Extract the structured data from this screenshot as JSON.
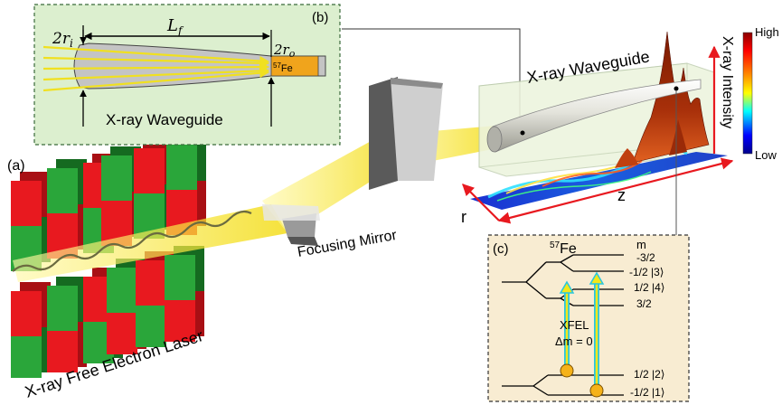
{
  "panel_a": {
    "tag": "(a)",
    "caption": "X-ray Free Electron Laser"
  },
  "mirror": {
    "caption": "Focusing Mirror"
  },
  "panel_b": {
    "tag": "(b)",
    "caption": "X-ray Waveguide",
    "dim_ri": "2r",
    "dim_ri_sub": "i",
    "dim_lf": "L",
    "dim_lf_sub": "f",
    "dim_ro": "2r",
    "dim_ro_sub": "o",
    "fe_sup": "57",
    "fe": "Fe"
  },
  "waveguide3d": {
    "caption": "X-ray Waveguide",
    "axis_z": "z",
    "axis_r": "r"
  },
  "colorbar": {
    "title": "X-ray Intensity",
    "high": "High",
    "low": "Low",
    "colors": [
      "#8b0000",
      "#ff0000",
      "#ff8c00",
      "#ffff00",
      "#00ffff",
      "#0000ff",
      "#00008b"
    ]
  },
  "panel_c": {
    "tag": "(c)",
    "isotope_sup": "57",
    "isotope": "Fe",
    "m_header": "m",
    "levels_upper": [
      "-3/2",
      "-1/2 |3⟩",
      "1/2 |4⟩",
      "3/2"
    ],
    "levels_lower": [
      "1/2 |2⟩",
      "-1/2 |1⟩"
    ],
    "drive_label": "XFEL",
    "selection_rule": "Δm = 0"
  },
  "colors": {
    "magnet_red": "#e8191f",
    "magnet_green": "#2aa63a",
    "beam": "#f5e61a",
    "panel_b_bg": "#dcefcf",
    "panel_c_bg": "#f8ecd2"
  }
}
